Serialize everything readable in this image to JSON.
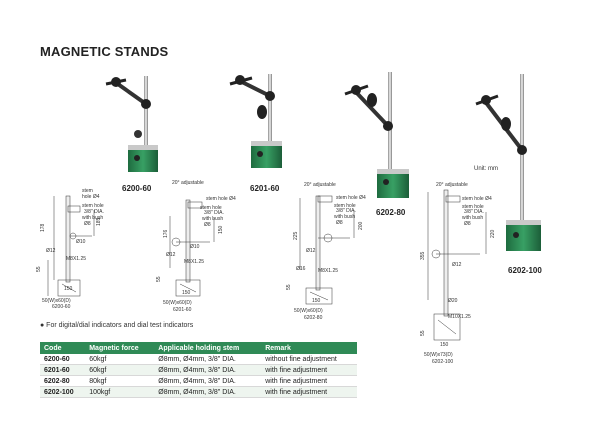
{
  "title": "MAGNETIC STANDS",
  "unit_note": "Unit: mm",
  "bullet_note": "● For digital/dial indicators and dial test indicators",
  "products": [
    {
      "code": "6200-60"
    },
    {
      "code": "6201-60"
    },
    {
      "code": "6202-80"
    },
    {
      "code": "6202-100"
    }
  ],
  "drawings": {
    "d1": {
      "stem": "stem",
      "hole": "hole Ø4",
      "stem_hole": "stem  hole",
      "dia": "3/8\" DIA.",
      "bush": "with bush",
      "d8": "Ø8",
      "h178": "178",
      "h185": "185",
      "d10": "Ø10",
      "d12": "Ø12",
      "m8": "M8X1.25",
      "h55": "55",
      "base_w": "150",
      "base": "50(W)x60(D)",
      "code": "6200-60"
    },
    "d2": {
      "adj": "20° adjustable",
      "stem": "stem hole Ø4",
      "stem_hole": "stem  hole",
      "dia": "3/8\" DIA.",
      "bush": "with bush",
      "d8": "Ø8",
      "h176": "176",
      "h150": "150",
      "d10": "Ø10",
      "d12": "Ø12",
      "m8": "M8X1.25",
      "h55": "55",
      "base_w": "150",
      "base": "50(W)x60(D)",
      "code": "6201-60"
    },
    "d3": {
      "adj": "20° adjustable",
      "stem": "stem hole Ø4",
      "stem_hole": "stem  hole",
      "dia": "3/8\" DIA.",
      "bush": "with bush",
      "d8": "Ø8",
      "h225": "225",
      "h200": "200",
      "d12": "Ø12",
      "d16": "Ø16",
      "m8": "M8X1.25",
      "h55": "55",
      "base_w": "150",
      "base": "50(W)x60(D)",
      "code": "6202-80"
    },
    "d4": {
      "adj": "20° adjustable",
      "stem": "stem hole Ø4",
      "stem_hole": "stem  hole",
      "dia": "3/8\" DIA.",
      "bush": "with bush",
      "d8": "Ø8",
      "h355": "355",
      "h220": "220",
      "d12": "Ø12",
      "d20": "Ø20",
      "m10": "M10X1.25",
      "h55": "55",
      "base_w": "150",
      "base": "50(W)x73(D)",
      "code": "6202-100"
    }
  },
  "table": {
    "headers": [
      "Code",
      "Magnetic force",
      "Applicable holding stem",
      "Remark"
    ],
    "rows": [
      [
        "6200-60",
        "60kgf",
        "Ø8mm, Ø4mm, 3/8\" DIA.",
        "without fine adjustment"
      ],
      [
        "6201-60",
        "60kgf",
        "Ø8mm, Ø4mm, 3/8\" DIA.",
        "with fine adjustment"
      ],
      [
        "6202-80",
        "80kgf",
        "Ø8mm, Ø4mm, 3/8\" DIA.",
        "with fine adjustment"
      ],
      [
        "6202-100",
        "100kgf",
        "Ø8mm, Ø4mm, 3/8\" DIA.",
        "with fine adjustment"
      ]
    ]
  },
  "colors": {
    "base_green": "#2f8a56",
    "header_green": "#2f8a56"
  }
}
